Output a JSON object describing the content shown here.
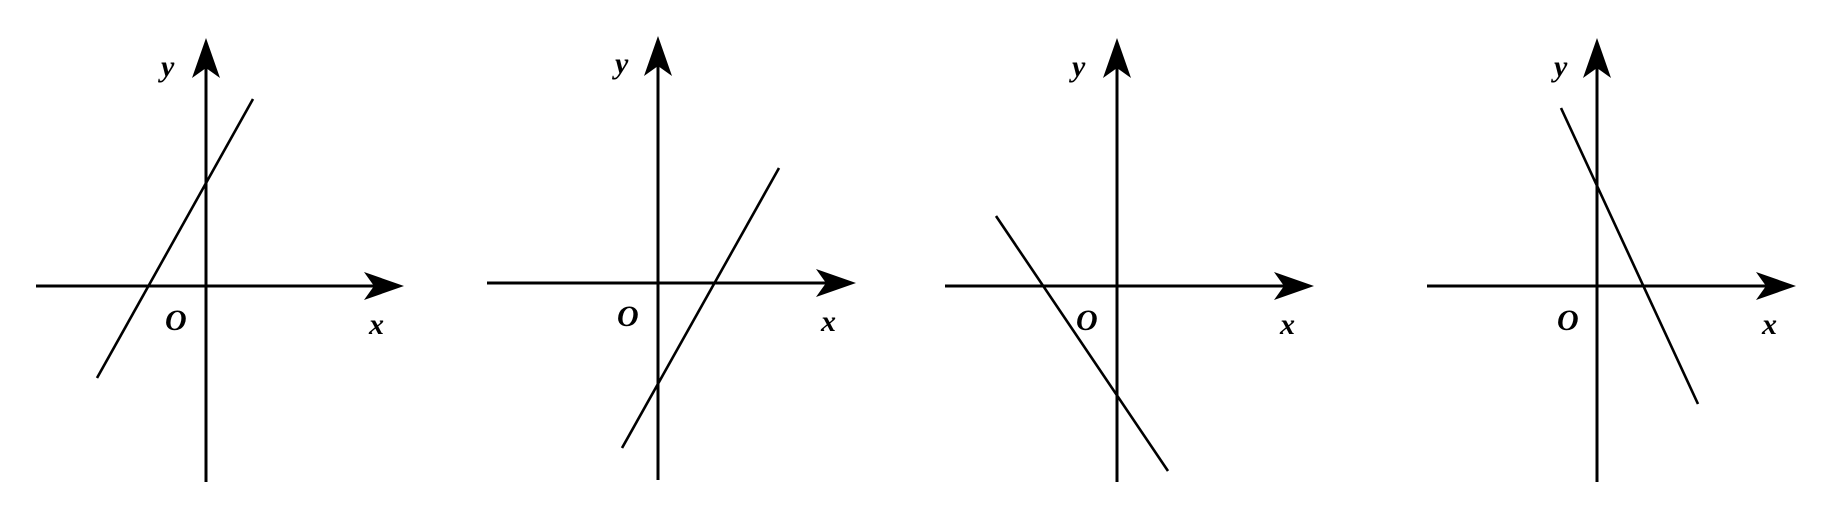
{
  "graphs": [
    {
      "id": "graph-1",
      "labels": {
        "x": "x",
        "y": "y",
        "origin": "O"
      },
      "line": {
        "slope_sign": "positive",
        "y_intercept_sign": "positive"
      }
    },
    {
      "id": "graph-2",
      "labels": {
        "x": "x",
        "y": "y",
        "origin": "O"
      },
      "line": {
        "slope_sign": "positive",
        "y_intercept_sign": "negative"
      }
    },
    {
      "id": "graph-3",
      "labels": {
        "x": "x",
        "y": "y",
        "origin": "O"
      },
      "line": {
        "slope_sign": "negative",
        "y_intercept_sign": "negative"
      }
    },
    {
      "id": "graph-4",
      "labels": {
        "x": "x",
        "y": "y",
        "origin": "O"
      },
      "line": {
        "slope_sign": "negative",
        "y_intercept_sign": "positive"
      }
    }
  ],
  "colors": {
    "ink": "#000000",
    "background": "#ffffff"
  }
}
